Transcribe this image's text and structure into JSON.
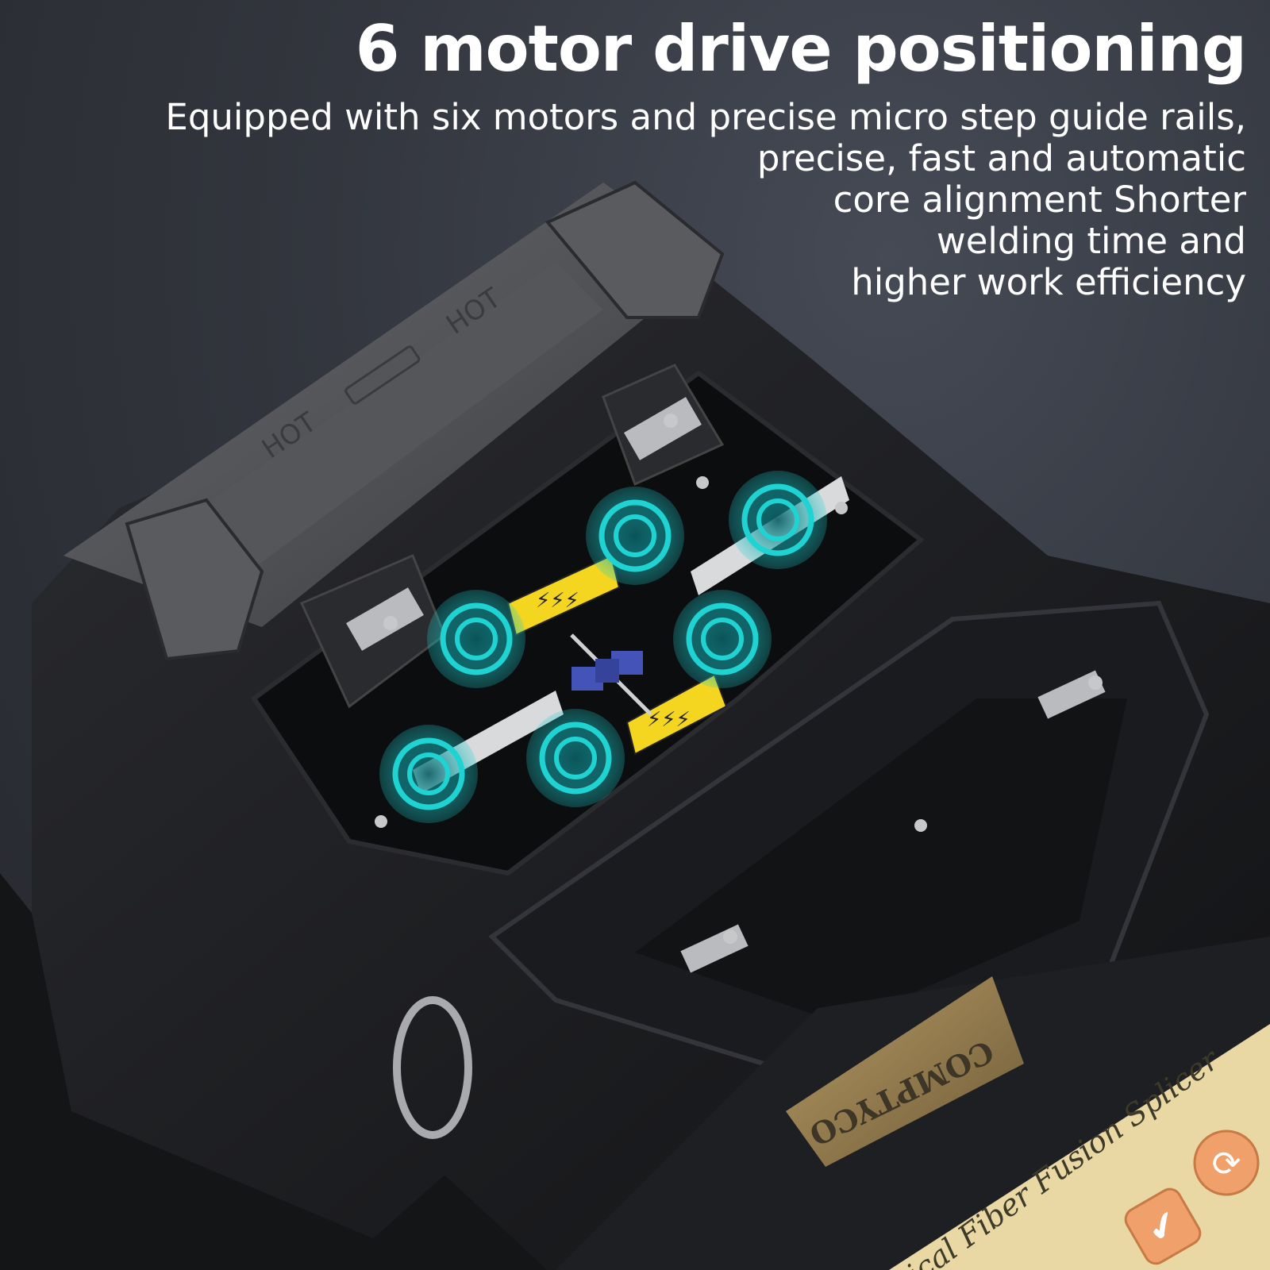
{
  "headline": "6 motor drive positioning",
  "description_lines": [
    "Equipped with six motors and precise micro step guide rails,",
    "precise, fast and automatic",
    "core alignment Shorter",
    "welding time and",
    "higher work efficiency"
  ],
  "heater_labels": {
    "left": "HOT",
    "right": "HOT"
  },
  "device_brand": "COMPTYCO",
  "device_name": "tical Fiber Fusion Splicer",
  "colors": {
    "motor_ring": "#1fd3d2",
    "warning_strip": "#f4d51f",
    "fiber_clamp": "#4453b8",
    "device_body": "#1b1c1f",
    "key_buttons": "#f0a06a"
  },
  "motor_count": 6,
  "icons": [
    "lightning-icon",
    "check-icon",
    "power-icon",
    "screw-icon"
  ]
}
